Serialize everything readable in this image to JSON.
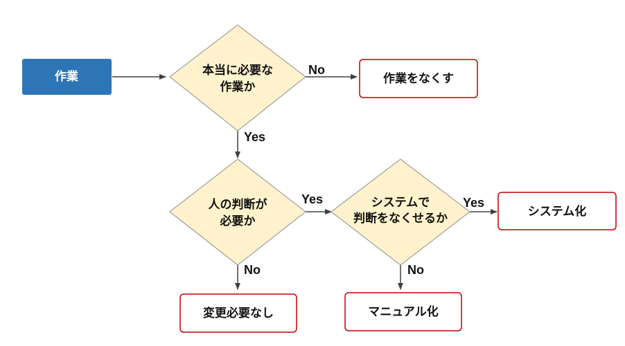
{
  "colors": {
    "start_fill": "#2e75b6",
    "start_text": "#ffffff",
    "decision_fill": "#fff2cc",
    "decision_stroke": "#8c8c8c",
    "result_stroke": "#c00000",
    "arrow": "#404040"
  },
  "nodes": {
    "start": {
      "label": "作業"
    },
    "decision_necessary": {
      "line1": "本当に必要な",
      "line2": "作業か"
    },
    "decision_human": {
      "line1": "人の判断が",
      "line2": "必要か"
    },
    "decision_system": {
      "line1": "システムで",
      "line2": "判断をなくせるか"
    },
    "result_eliminate": {
      "label": "作業をなくす"
    },
    "result_no_change": {
      "label": "変更必要なし"
    },
    "result_manual": {
      "label": "マニュアル化"
    },
    "result_systemize": {
      "label": "システム化"
    }
  },
  "edges": {
    "necessary_no": "No",
    "necessary_yes": "Yes",
    "human_yes": "Yes",
    "human_no": "No",
    "system_yes": "Yes",
    "system_no": "No"
  }
}
